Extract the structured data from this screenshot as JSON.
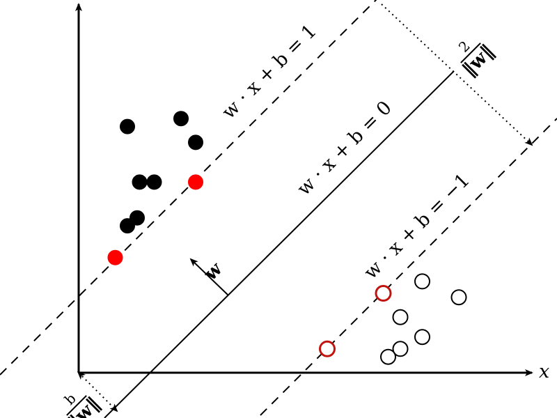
{
  "labels": {
    "plus_margin": "w · x + b = 1",
    "hyperplane": "w · x + b = 0",
    "minus_margin": "w · x + b = −1",
    "normal_vector": "w",
    "margin_numerator": "2",
    "margin_denominator": "‖w‖",
    "offset_numerator": "b",
    "offset_denominator": "‖w‖",
    "x_axis": "x"
  },
  "colors": {
    "ink": "#000000",
    "support_vector": "#ff0000",
    "support_vector_ring": "#c0140e"
  },
  "points": {
    "positive": [
      {
        "x": 2.0,
        "y": 6.2
      },
      {
        "x": 4.2,
        "y": 6.4
      },
      {
        "x": 4.8,
        "y": 5.8
      },
      {
        "x": 2.5,
        "y": 4.8
      },
      {
        "x": 3.1,
        "y": 4.8
      },
      {
        "x": 2.0,
        "y": 3.7
      },
      {
        "x": 2.4,
        "y": 3.9
      }
    ],
    "positive_support": [
      {
        "x": 4.8,
        "y": 4.8
      },
      {
        "x": 1.5,
        "y": 2.9
      }
    ],
    "negative": [
      {
        "x": 14.1,
        "y": 2.3
      },
      {
        "x": 15.6,
        "y": 1.9
      },
      {
        "x": 13.2,
        "y": 1.4
      },
      {
        "x": 14.1,
        "y": 0.9
      },
      {
        "x": 12.7,
        "y": 0.4
      },
      {
        "x": 13.2,
        "y": 0.6
      }
    ],
    "negative_support": [
      {
        "x": 12.5,
        "y": 2.0
      },
      {
        "x": 10.2,
        "y": 0.6
      }
    ]
  }
}
